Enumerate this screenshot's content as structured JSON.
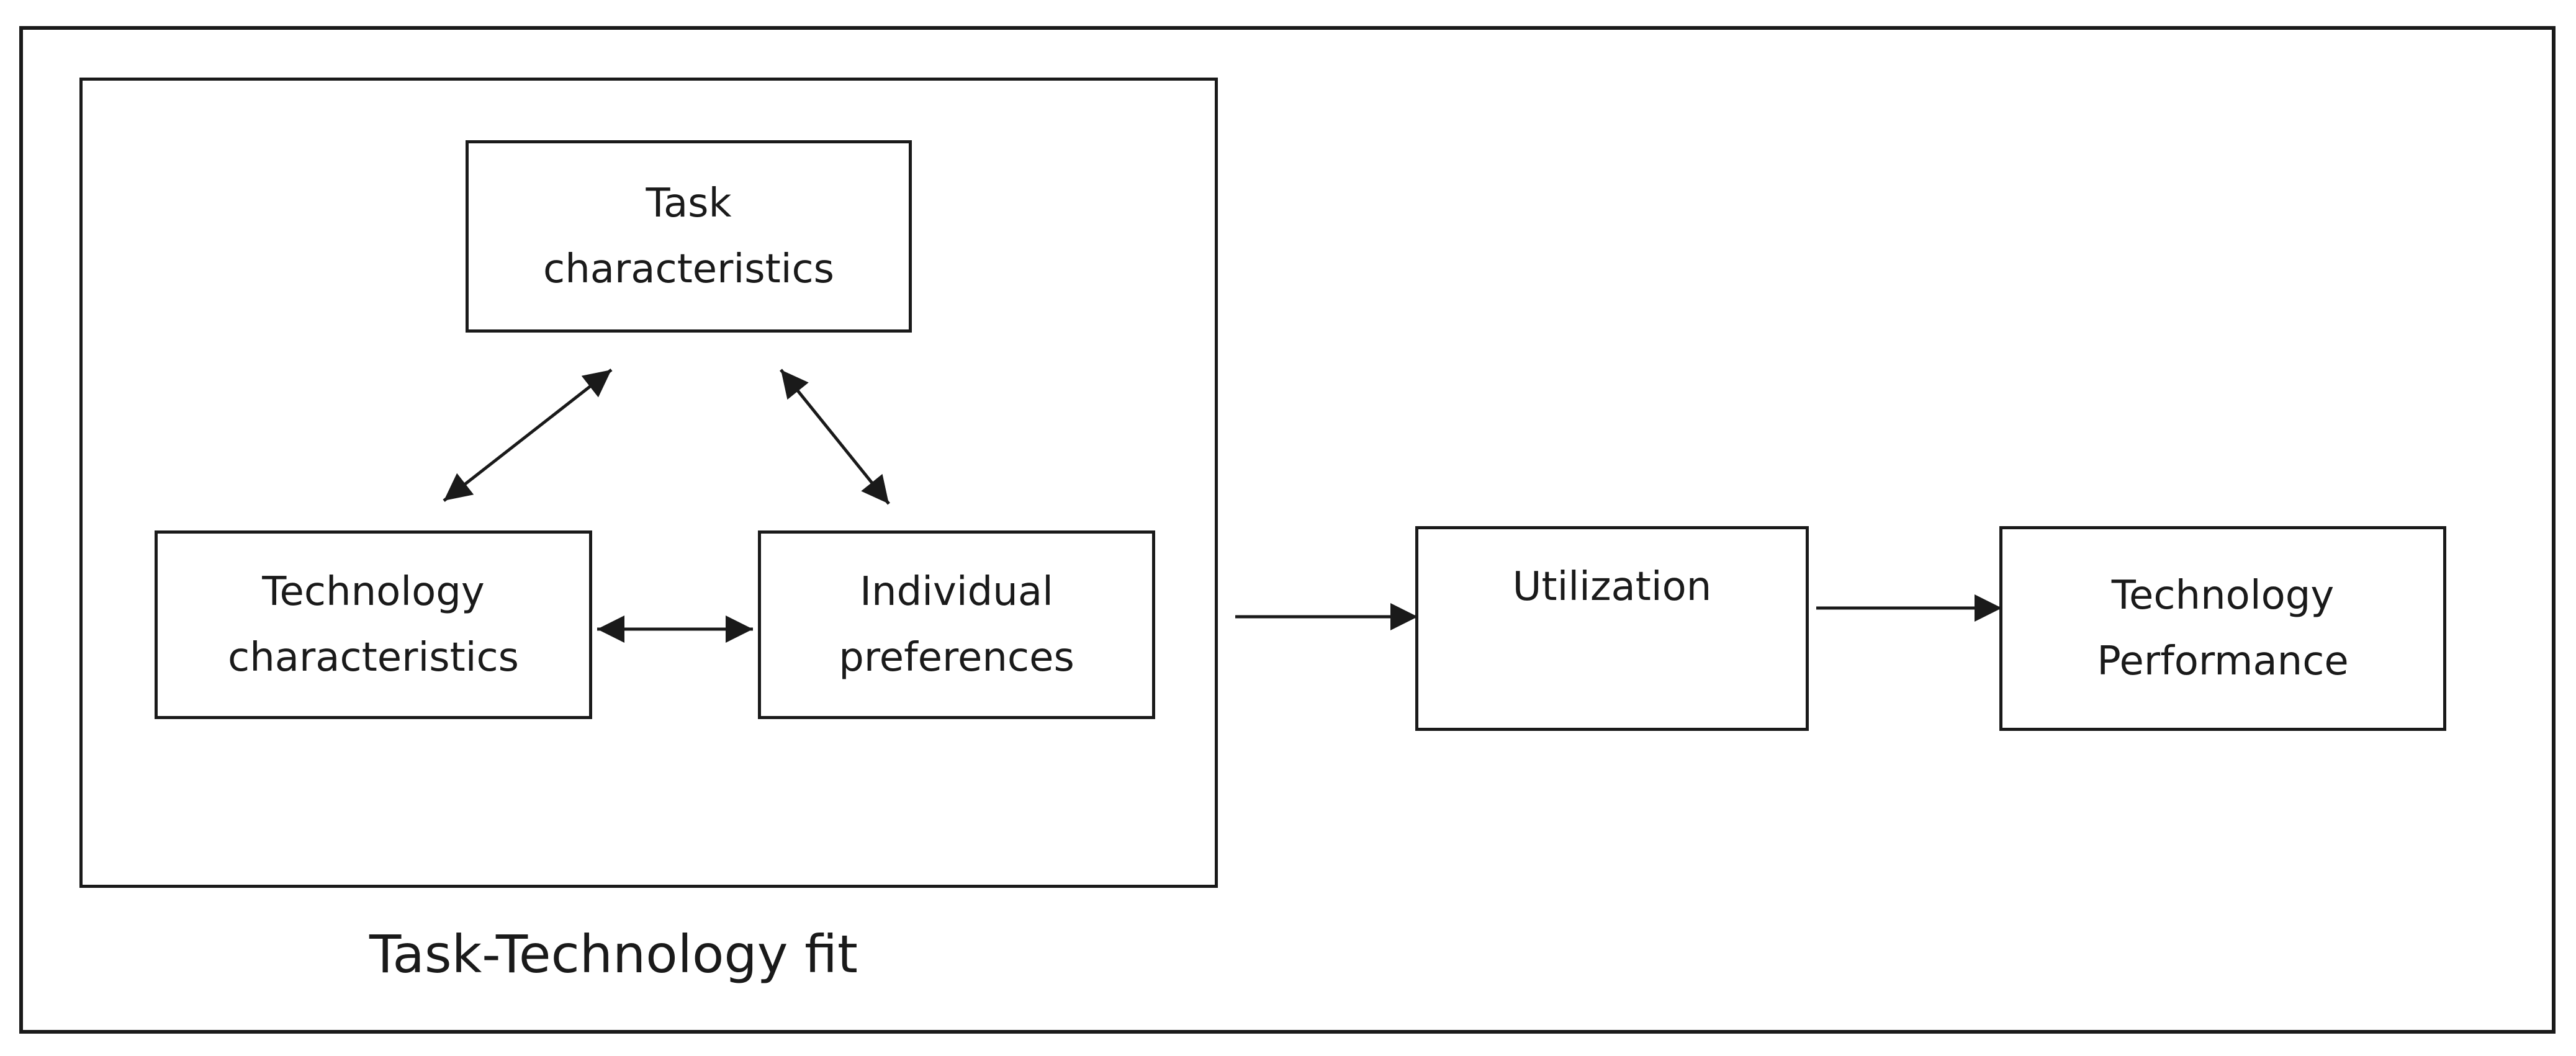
{
  "diagram": {
    "nodes": {
      "task": "Task\ncharacteristics",
      "technology": "Technology\ncharacteristics",
      "individual": "Individual\npreferences",
      "utilization": "Utilization",
      "performance": "Technology\nPerformance"
    },
    "group_label": "Task-Technology fit",
    "edges": [
      {
        "from": "technology",
        "to": "task",
        "direction": "both"
      },
      {
        "from": "task",
        "to": "individual",
        "direction": "both"
      },
      {
        "from": "technology",
        "to": "individual",
        "direction": "both"
      },
      {
        "from": "task-technology-fit",
        "to": "utilization",
        "direction": "forward"
      },
      {
        "from": "utilization",
        "to": "performance",
        "direction": "forward"
      }
    ],
    "colors": {
      "stroke": "#1a1a1a",
      "background": "#ffffff"
    }
  }
}
